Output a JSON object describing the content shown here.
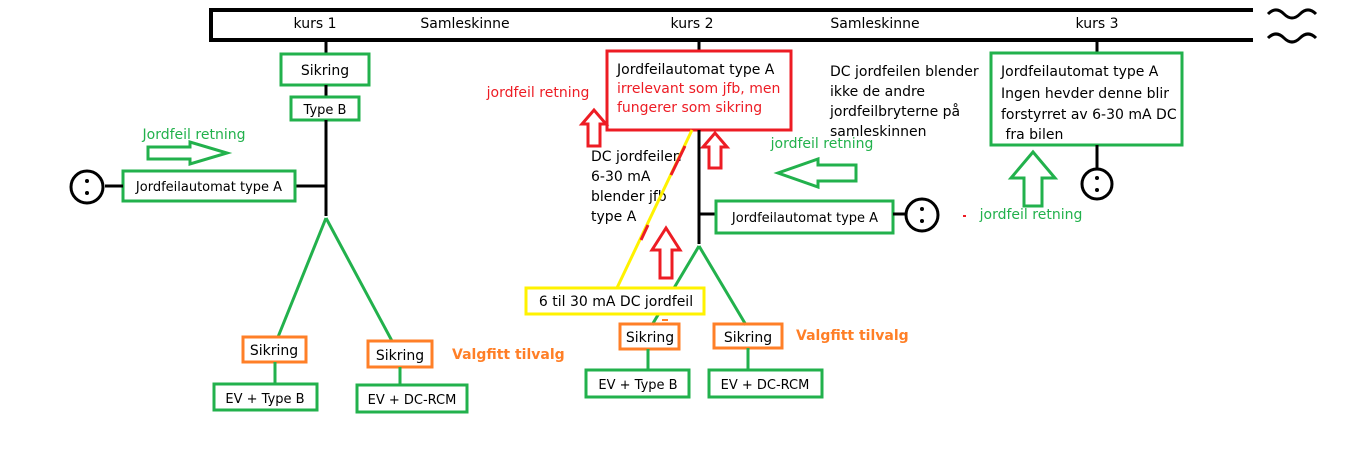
{
  "busbar": {
    "kurs1": "kurs 1",
    "kurs2": "kurs 2",
    "kurs3": "kurs 3",
    "samleskinne1": "Samleskinne",
    "samleskinne2": "Samleskinne",
    "break_symbol": "≈"
  },
  "kurs1": {
    "sikring": "Sikring",
    "type_b": "Type B",
    "direction_label": "Jordfeil retning",
    "rcd": "Jordfeilautomat type A",
    "sikring_left": "Sikring",
    "sikring_right": "Sikring",
    "ev_left": "EV + Type B",
    "ev_right": "EV + DC-RCM",
    "optional": "Valgfitt tilvalg"
  },
  "kurs2": {
    "rcd_title": "Jordfeilautomat type A",
    "rcd_note_line1": "irrelevant som jfb, men",
    "rcd_note_line2": "fungerer som sikring",
    "direction_label_red": "jordfeil retning",
    "dc_fault_lines": [
      "DC jordfeilen",
      "6-30 mA",
      "blender jfb",
      "type A"
    ],
    "direction_label_green": "jordfeil retning",
    "branch_rcd": "Jordfeilautomat type A",
    "fault_box": "6 til 30 mA DC jordfeil",
    "sikring_left": "Sikring",
    "sikring_right": "Sikring",
    "ev_left": "EV + Type B",
    "ev_right": "EV + DC-RCM",
    "optional": "Valgfitt tilvalg",
    "blind_note_lines": [
      "DC jordfeilen blender",
      "ikke de andre",
      "jordfeilbryterne på",
      "samleskinnen"
    ]
  },
  "kurs3": {
    "rcd_lines": [
      "Jordfeilautomat type A",
      "Ingen hevder denne blir",
      "forstyrret av 6-30 mA DC",
      " fra bilen"
    ],
    "direction_label": "jordfeil retning"
  },
  "colors": {
    "green": "#22b14c",
    "red": "#ed1c24",
    "orange": "#ff7f27",
    "yellow": "#fff200",
    "black": "#000000"
  }
}
